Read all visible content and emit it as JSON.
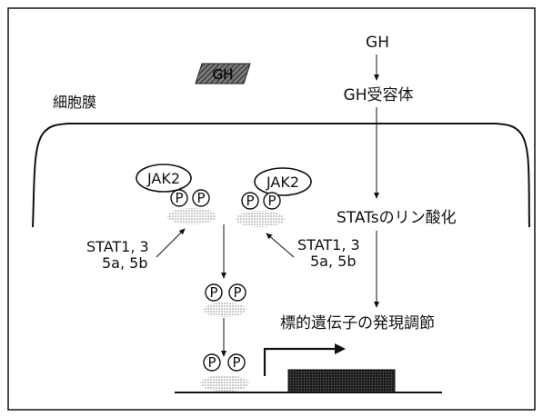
{
  "gh_top": "GH",
  "gh_receptor": "GH受容体",
  "gh_badge": "GH",
  "cell_membrane": "細胞膜",
  "jak2_left": "JAK2",
  "jak2_right": "JAK2",
  "stats_phosphorylation": "STATsのリン酸化",
  "stat_left_line1": "STAT1, 3",
  "stat_left_line2": "5a, 5b",
  "stat_right_line1": "STAT1, 3",
  "stat_right_line2": "5a, 5b",
  "target_gene_regulation": "標的遺伝子の発現調節",
  "phospho_symbol": "P",
  "colors": {
    "ink": "#111111",
    "stipple": "#9a9a9a",
    "gene_block": "#2a2a2a"
  }
}
